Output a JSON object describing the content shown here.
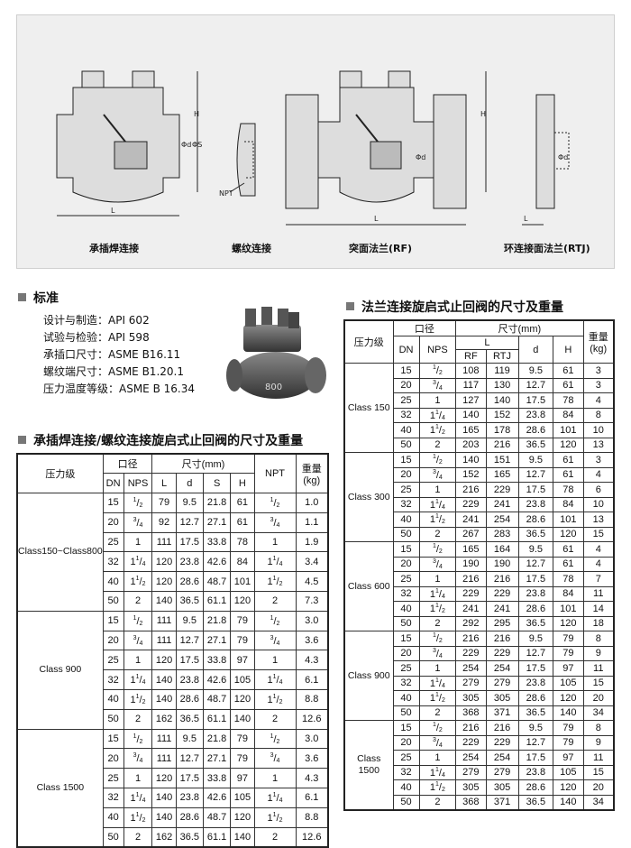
{
  "drawings": {
    "captions": [
      "承插焊连接",
      "螺纹连接",
      "突面法兰(RF)",
      "环连接面法兰(RTJ)"
    ],
    "dim_labels": {
      "h": "H",
      "l": "L",
      "d": "Φd",
      "s": "ΦS",
      "npt": "NPT"
    }
  },
  "standards": {
    "title": "标准",
    "lines": [
      "设计与制造：API 602",
      "试验与检验：API 598",
      "承插口尺寸：ASME B16.11",
      "螺纹端尺寸：ASME B1.20.1",
      "压力温度等级：ASME B 16.34"
    ]
  },
  "photo": {
    "label": "800"
  },
  "table1": {
    "title": "承插焊连接/螺纹连接旋启式止回阀的尺寸及重量",
    "headers": {
      "class": "压力级",
      "port": "口径",
      "dims": "尺寸(mm)",
      "npt": "NPT",
      "weight": "重量(kg)",
      "dn": "DN",
      "nps": "NPS",
      "l": "L",
      "d": "d",
      "s": "S",
      "h": "H"
    },
    "groups": [
      {
        "class": "Class150~Class800",
        "rows": [
          {
            "dn": "15",
            "nps_a": "1",
            "nps_b": "2",
            "l": "79",
            "d": "9.5",
            "s": "21.8",
            "h": "61",
            "npt_a": "1",
            "npt_b": "2",
            "w": "1.0"
          },
          {
            "dn": "20",
            "nps_a": "3",
            "nps_b": "4",
            "l": "92",
            "d": "12.7",
            "s": "27.1",
            "h": "61",
            "npt_a": "3",
            "npt_b": "4",
            "w": "1.1"
          },
          {
            "dn": "25",
            "nps_w": "1",
            "l": "111",
            "d": "17.5",
            "s": "33.8",
            "h": "78",
            "npt_w": "1",
            "w": "1.9"
          },
          {
            "dn": "32",
            "nps_w": "1",
            "nps_a": "1",
            "nps_b": "4",
            "l": "120",
            "d": "23.8",
            "s": "42.6",
            "h": "84",
            "npt_w": "1",
            "npt_a": "1",
            "npt_b": "4",
            "w": "3.4"
          },
          {
            "dn": "40",
            "nps_w": "1",
            "nps_a": "1",
            "nps_b": "2",
            "l": "120",
            "d": "28.6",
            "s": "48.7",
            "h": "101",
            "npt_w": "1",
            "npt_a": "1",
            "npt_b": "2",
            "w": "4.5"
          },
          {
            "dn": "50",
            "nps_w": "2",
            "l": "140",
            "d": "36.5",
            "s": "61.1",
            "h": "120",
            "npt_w": "2",
            "w": "7.3"
          }
        ]
      },
      {
        "class": "Class 900",
        "rows": [
          {
            "dn": "15",
            "nps_a": "1",
            "nps_b": "2",
            "l": "111",
            "d": "9.5",
            "s": "21.8",
            "h": "79",
            "npt_a": "1",
            "npt_b": "2",
            "w": "3.0"
          },
          {
            "dn": "20",
            "nps_a": "3",
            "nps_b": "4",
            "l": "111",
            "d": "12.7",
            "s": "27.1",
            "h": "79",
            "npt_a": "3",
            "npt_b": "4",
            "w": "3.6"
          },
          {
            "dn": "25",
            "nps_w": "1",
            "l": "120",
            "d": "17.5",
            "s": "33.8",
            "h": "97",
            "npt_w": "1",
            "w": "4.3"
          },
          {
            "dn": "32",
            "nps_w": "1",
            "nps_a": "1",
            "nps_b": "4",
            "l": "140",
            "d": "23.8",
            "s": "42.6",
            "h": "105",
            "npt_w": "1",
            "npt_a": "1",
            "npt_b": "4",
            "w": "6.1"
          },
          {
            "dn": "40",
            "nps_w": "1",
            "nps_a": "1",
            "nps_b": "2",
            "l": "140",
            "d": "28.6",
            "s": "48.7",
            "h": "120",
            "npt_w": "1",
            "npt_a": "1",
            "npt_b": "2",
            "w": "8.8"
          },
          {
            "dn": "50",
            "nps_w": "2",
            "l": "162",
            "d": "36.5",
            "s": "61.1",
            "h": "140",
            "npt_w": "2",
            "w": "12.6"
          }
        ]
      },
      {
        "class": "Class 1500",
        "rows": [
          {
            "dn": "15",
            "nps_a": "1",
            "nps_b": "2",
            "l": "111",
            "d": "9.5",
            "s": "21.8",
            "h": "79",
            "npt_a": "1",
            "npt_b": "2",
            "w": "3.0"
          },
          {
            "dn": "20",
            "nps_a": "3",
            "nps_b": "4",
            "l": "111",
            "d": "12.7",
            "s": "27.1",
            "h": "79",
            "npt_a": "3",
            "npt_b": "4",
            "w": "3.6"
          },
          {
            "dn": "25",
            "nps_w": "1",
            "l": "120",
            "d": "17.5",
            "s": "33.8",
            "h": "97",
            "npt_w": "1",
            "w": "4.3"
          },
          {
            "dn": "32",
            "nps_w": "1",
            "nps_a": "1",
            "nps_b": "4",
            "l": "140",
            "d": "23.8",
            "s": "42.6",
            "h": "105",
            "npt_w": "1",
            "npt_a": "1",
            "npt_b": "4",
            "w": "6.1"
          },
          {
            "dn": "40",
            "nps_w": "1",
            "nps_a": "1",
            "nps_b": "2",
            "l": "140",
            "d": "28.6",
            "s": "48.7",
            "h": "120",
            "npt_w": "1",
            "npt_a": "1",
            "npt_b": "2",
            "w": "8.8"
          },
          {
            "dn": "50",
            "nps_w": "2",
            "l": "162",
            "d": "36.5",
            "s": "61.1",
            "h": "140",
            "npt_w": "2",
            "w": "12.6"
          }
        ]
      }
    ]
  },
  "table2": {
    "title": "法兰连接旋启式止回阀的尺寸及重量",
    "headers": {
      "class": "压力级",
      "port": "口径",
      "dims": "尺寸(mm)",
      "weight": "重量(kg)",
      "dn": "DN",
      "nps": "NPS",
      "l": "L",
      "rf": "RF",
      "rtj": "RTJ",
      "d": "d",
      "h": "H"
    },
    "groups": [
      {
        "class": "Class 150",
        "rows": [
          {
            "dn": "15",
            "nps_a": "1",
            "nps_b": "2",
            "rf": "108",
            "rtj": "119",
            "d": "9.5",
            "h": "61",
            "w": "3"
          },
          {
            "dn": "20",
            "nps_a": "3",
            "nps_b": "4",
            "rf": "117",
            "rtj": "130",
            "d": "12.7",
            "h": "61",
            "w": "3"
          },
          {
            "dn": "25",
            "nps_w": "1",
            "rf": "127",
            "rtj": "140",
            "d": "17.5",
            "h": "78",
            "w": "4"
          },
          {
            "dn": "32",
            "nps_w": "1",
            "nps_a": "1",
            "nps_b": "4",
            "rf": "140",
            "rtj": "152",
            "d": "23.8",
            "h": "84",
            "w": "8"
          },
          {
            "dn": "40",
            "nps_w": "1",
            "nps_a": "1",
            "nps_b": "2",
            "rf": "165",
            "rtj": "178",
            "d": "28.6",
            "h": "101",
            "w": "10"
          },
          {
            "dn": "50",
            "nps_w": "2",
            "rf": "203",
            "rtj": "216",
            "d": "36.5",
            "h": "120",
            "w": "13"
          }
        ]
      },
      {
        "class": "Class 300",
        "rows": [
          {
            "dn": "15",
            "nps_a": "1",
            "nps_b": "2",
            "rf": "140",
            "rtj": "151",
            "d": "9.5",
            "h": "61",
            "w": "3"
          },
          {
            "dn": "20",
            "nps_a": "3",
            "nps_b": "4",
            "rf": "152",
            "rtj": "165",
            "d": "12.7",
            "h": "61",
            "w": "4"
          },
          {
            "dn": "25",
            "nps_w": "1",
            "rf": "216",
            "rtj": "229",
            "d": "17.5",
            "h": "78",
            "w": "6"
          },
          {
            "dn": "32",
            "nps_w": "1",
            "nps_a": "1",
            "nps_b": "4",
            "rf": "229",
            "rtj": "241",
            "d": "23.8",
            "h": "84",
            "w": "10"
          },
          {
            "dn": "40",
            "nps_w": "1",
            "nps_a": "1",
            "nps_b": "2",
            "rf": "241",
            "rtj": "254",
            "d": "28.6",
            "h": "101",
            "w": "13"
          },
          {
            "dn": "50",
            "nps_w": "2",
            "rf": "267",
            "rtj": "283",
            "d": "36.5",
            "h": "120",
            "w": "15"
          }
        ]
      },
      {
        "class": "Class 600",
        "rows": [
          {
            "dn": "15",
            "nps_a": "1",
            "nps_b": "2",
            "rf": "165",
            "rtj": "164",
            "d": "9.5",
            "h": "61",
            "w": "4"
          },
          {
            "dn": "20",
            "nps_a": "3",
            "nps_b": "4",
            "rf": "190",
            "rtj": "190",
            "d": "12.7",
            "h": "61",
            "w": "4"
          },
          {
            "dn": "25",
            "nps_w": "1",
            "rf": "216",
            "rtj": "216",
            "d": "17.5",
            "h": "78",
            "w": "7"
          },
          {
            "dn": "32",
            "nps_w": "1",
            "nps_a": "1",
            "nps_b": "4",
            "rf": "229",
            "rtj": "229",
            "d": "23.8",
            "h": "84",
            "w": "11"
          },
          {
            "dn": "40",
            "nps_w": "1",
            "nps_a": "1",
            "nps_b": "2",
            "rf": "241",
            "rtj": "241",
            "d": "28.6",
            "h": "101",
            "w": "14"
          },
          {
            "dn": "50",
            "nps_w": "2",
            "rf": "292",
            "rtj": "295",
            "d": "36.5",
            "h": "120",
            "w": "18"
          }
        ]
      },
      {
        "class": "Class 900",
        "rows": [
          {
            "dn": "15",
            "nps_a": "1",
            "nps_b": "2",
            "rf": "216",
            "rtj": "216",
            "d": "9.5",
            "h": "79",
            "w": "8"
          },
          {
            "dn": "20",
            "nps_a": "3",
            "nps_b": "4",
            "rf": "229",
            "rtj": "229",
            "d": "12.7",
            "h": "79",
            "w": "9"
          },
          {
            "dn": "25",
            "nps_w": "1",
            "rf": "254",
            "rtj": "254",
            "d": "17.5",
            "h": "97",
            "w": "11"
          },
          {
            "dn": "32",
            "nps_w": "1",
            "nps_a": "1",
            "nps_b": "4",
            "rf": "279",
            "rtj": "279",
            "d": "23.8",
            "h": "105",
            "w": "15"
          },
          {
            "dn": "40",
            "nps_w": "1",
            "nps_a": "1",
            "nps_b": "2",
            "rf": "305",
            "rtj": "305",
            "d": "28.6",
            "h": "120",
            "w": "20"
          },
          {
            "dn": "50",
            "nps_w": "2",
            "rf": "368",
            "rtj": "371",
            "d": "36.5",
            "h": "140",
            "w": "34"
          }
        ]
      },
      {
        "class": "Class 1500",
        "rows": [
          {
            "dn": "15",
            "nps_a": "1",
            "nps_b": "2",
            "rf": "216",
            "rtj": "216",
            "d": "9.5",
            "h": "79",
            "w": "8"
          },
          {
            "dn": "20",
            "nps_a": "3",
            "nps_b": "4",
            "rf": "229",
            "rtj": "229",
            "d": "12.7",
            "h": "79",
            "w": "9"
          },
          {
            "dn": "25",
            "nps_w": "1",
            "rf": "254",
            "rtj": "254",
            "d": "17.5",
            "h": "97",
            "w": "11"
          },
          {
            "dn": "32",
            "nps_w": "1",
            "nps_a": "1",
            "nps_b": "4",
            "rf": "279",
            "rtj": "279",
            "d": "23.8",
            "h": "105",
            "w": "15"
          },
          {
            "dn": "40",
            "nps_w": "1",
            "nps_a": "1",
            "nps_b": "2",
            "rf": "305",
            "rtj": "305",
            "d": "28.6",
            "h": "120",
            "w": "20"
          },
          {
            "dn": "50",
            "nps_w": "2",
            "rf": "368",
            "rtj": "371",
            "d": "36.5",
            "h": "140",
            "w": "34"
          }
        ]
      }
    ]
  }
}
